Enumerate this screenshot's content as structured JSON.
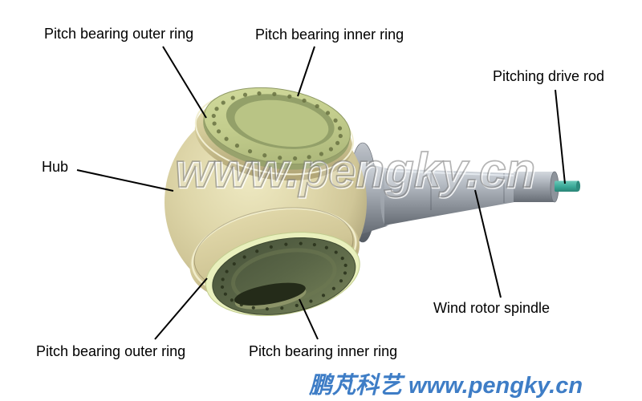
{
  "diagram": {
    "subject": "Wind turbine hub with pitch bearings",
    "labels": {
      "pitch_bearing_outer_ring_top": "Pitch bearing outer ring",
      "pitch_bearing_inner_ring_top": "Pitch bearing inner ring",
      "pitching_drive_rod": "Pitching drive rod",
      "hub": "Hub",
      "wind_rotor_spindle": "Wind rotor spindle",
      "pitch_bearing_outer_ring_bottom": "Pitch bearing outer ring",
      "pitch_bearing_inner_ring_bottom": "Pitch bearing inner ring"
    },
    "watermark": "www.pengky.cn",
    "footer": "鹏芃科艺 www.pengky.cn",
    "colors": {
      "hub_body": "#d9d0a2",
      "pitch_bearing_face_top": "#c6cf90",
      "pitch_bearing_face_bottom": "#546042",
      "bearing_rim_pale": "#e9f0bd",
      "spindle_gray": "#9aa1a9",
      "drive_rod_teal": "#3fae9e",
      "label_text": "#000000",
      "footer_blue": "#3e7dc6",
      "background": "#ffffff"
    }
  }
}
